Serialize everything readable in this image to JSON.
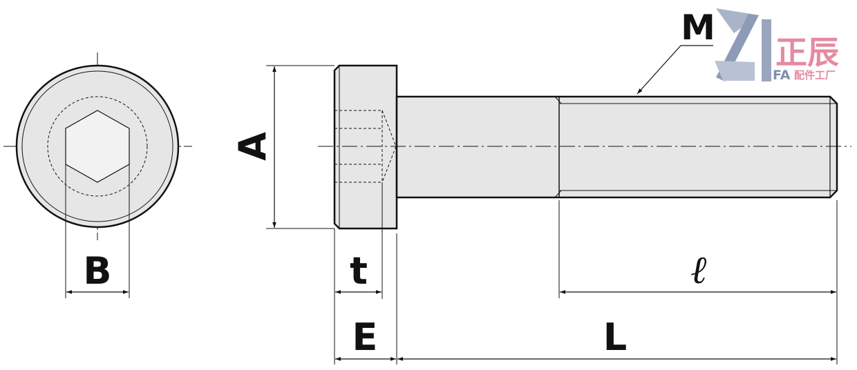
{
  "drawing": {
    "labels": {
      "A": "A",
      "B": "B",
      "t": "t",
      "E": "E",
      "L": "L",
      "l": "ℓ",
      "M": "M"
    },
    "colors": {
      "part_fill": "#e6e6e6",
      "line": "#111111",
      "logo_pink": "#e58aa0",
      "logo_blue": "#7f8fae"
    }
  },
  "logo": {
    "chinese": "正辰",
    "fa": "FA",
    "subtitle": "配件工厂"
  }
}
